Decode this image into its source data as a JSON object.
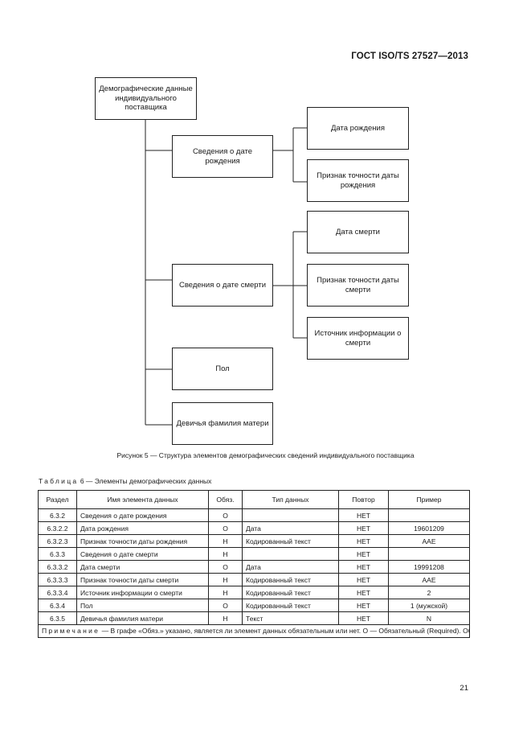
{
  "header": {
    "doc_id": "ГОСТ ISO/TS 27527—2013"
  },
  "diagram": {
    "root": "Демографические данные индивидуального поставщика",
    "birth_group": "Сведения о дате рождения",
    "birth_date": "Дата рождения",
    "birth_accuracy": "Признак точности даты рождения",
    "death_group": "Сведения о дате смерти",
    "death_date": "Дата смерти",
    "death_accuracy": "Признак точности даты смерти",
    "death_source": "Источник информации о смерти",
    "sex": "Пол",
    "maiden_name": "Девичья фамилия матери"
  },
  "figure_caption": "Рисунок 5 — Структура элементов демографических сведений индивидуального поставщика",
  "table": {
    "caption_label": "Таблица",
    "caption_rest": "6 — Элементы демографических данных",
    "headers": [
      "Раздел",
      "Имя элемента данных",
      "Обяз.",
      "Тип данных",
      "Повтор",
      "Пример"
    ],
    "rows": [
      [
        "6.3.2",
        "Сведения о дате рождения",
        "О",
        "",
        "НЕТ",
        ""
      ],
      [
        "6.3.2.2",
        "Дата рождения",
        "О",
        "Дата",
        "НЕТ",
        "19601209"
      ],
      [
        "6.3.2.3",
        "Признак точности даты рождения",
        "Н",
        "Кодированный текст",
        "НЕТ",
        "AAE"
      ],
      [
        "6.3.3",
        "Сведения о дате смерти",
        "Н",
        "",
        "НЕТ",
        ""
      ],
      [
        "6.3.3.2",
        "Дата смерти",
        "О",
        "Дата",
        "НЕТ",
        "19991208"
      ],
      [
        "6.3.3.3",
        "Признак точности даты смерти",
        "Н",
        "Кодированный текст",
        "НЕТ",
        "AAE"
      ],
      [
        "6.3.3.4",
        "Источник информации о смерти",
        "Н",
        "Кодированный текст",
        "НЕТ",
        "2"
      ],
      [
        "6.3.4",
        "Пол",
        "О",
        "Кодированный текст",
        "НЕТ",
        "1 (мужской)"
      ],
      [
        "6.3.5",
        "Девичья фамилия матери",
        "Н",
        "Текст",
        "НЕТ",
        "N"
      ]
    ],
    "note_label": "Примечание",
    "note_text": "— В графе «Обяз.» указано, является ли элемент данных обязательным или нет. О — Обязательный (Required). Обязательный может быть целая группа элементов данных либо лишь несколько элементов внутри группы. В этом случае должны быть указаны только обязательные элементы. Н — Необязательный (Optional)."
  },
  "page_number": "21"
}
